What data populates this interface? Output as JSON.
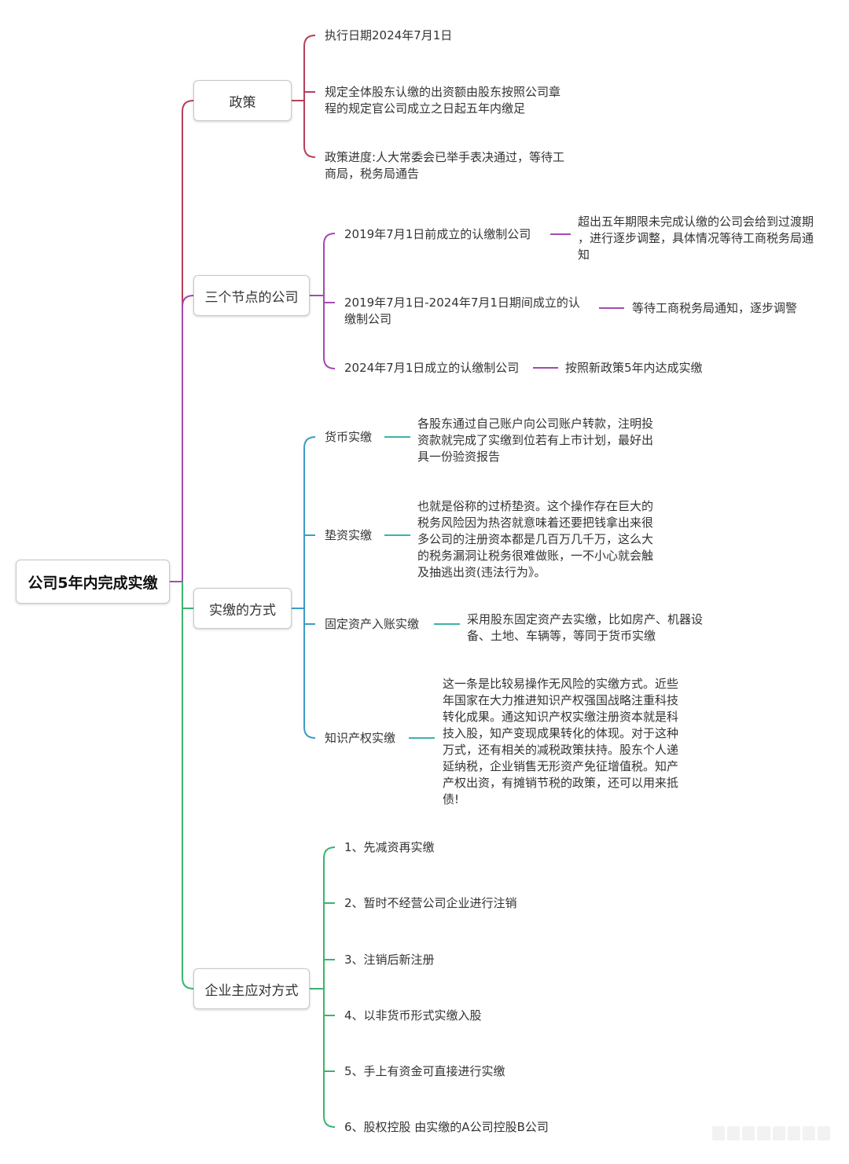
{
  "root": "公司5年内完成实缴",
  "colors": {
    "policy": "#b5405a",
    "nodes": "#a34ab0",
    "methods": "#3c9cc7",
    "response": "#3cb371"
  },
  "branches": {
    "policy": {
      "label": "政策",
      "items": [
        "执行日期2024年7月1日",
        "规定全体股东认缴的出资额由股东按照公司章\n程的规定官公司成立之日起五年内缴足",
        "政策进度:人大常委会已举手表决通过，等待工\n商局，税务局通告"
      ]
    },
    "nodes": {
      "label": "三个节点的公司",
      "items": [
        {
          "text": "2019年7月1日前成立的认缴制公司",
          "detail": "超出五年期限未完成认缴的公司会给到过渡期\n，进行逐步调整，具体情况等待工商税务局通\n知"
        },
        {
          "text": "2019年7月1日-2024年7月1日期间成立的认\n缴制公司",
          "detail": "等待工商税务局通知，逐步调警"
        },
        {
          "text": "2024年7月1日成立的认缴制公司",
          "detail": "按照新政策5年内达成实缴"
        }
      ]
    },
    "methods": {
      "label": "实缴的方式",
      "items": [
        {
          "text": "货币实缴",
          "detail": "各股东通过自己账户向公司账户转款，注明投\n资款就完成了实缴到位若有上市计划，最好出\n具一份验资报告"
        },
        {
          "text": "垫资实缴",
          "detail": "也就是俗称的过桥垫资。这个操作存在巨大的\n税务风险因为热咨就意味着还要把钱拿出来很\n多公司的注册资本都是几百万几千万，这么大\n的税务漏洞让税务很难做账，一不小心就会触\n及抽逃出资(违法行为》。"
        },
        {
          "text": "固定资产入账实缴",
          "detail": "采用股东固定资产去实缴，比如房产、机器设\n备、土地、车辆等，等同于货币实缴"
        },
        {
          "text": "知识产权实缴",
          "detail": "这一条是比较易操作无风险的实缴方式。近些\n年国家在大力推进知识产权强国战略注重科技\n转化成果。通这知识产权实缴注册资本就是科\n技入股，知产变现成果转化的体现。对于这种\n万式，还有相关的减税政策扶持。股东个人递\n延纳税，企业销售无形资产免征增值税。知产\n产权出资，有摊销节税的政策，还可以用来抵\n债!"
        }
      ]
    },
    "response": {
      "label": "企业主应对方式",
      "items": [
        "1、先减资再实缴",
        "2、暂时不经营公司企业进行注销",
        "3、注销后新注册",
        "4、以非货币形式实缴入股",
        "5、手上有资金可直接进行实缴",
        "6、股权控股 由实缴的A公司控股B公司"
      ]
    }
  }
}
